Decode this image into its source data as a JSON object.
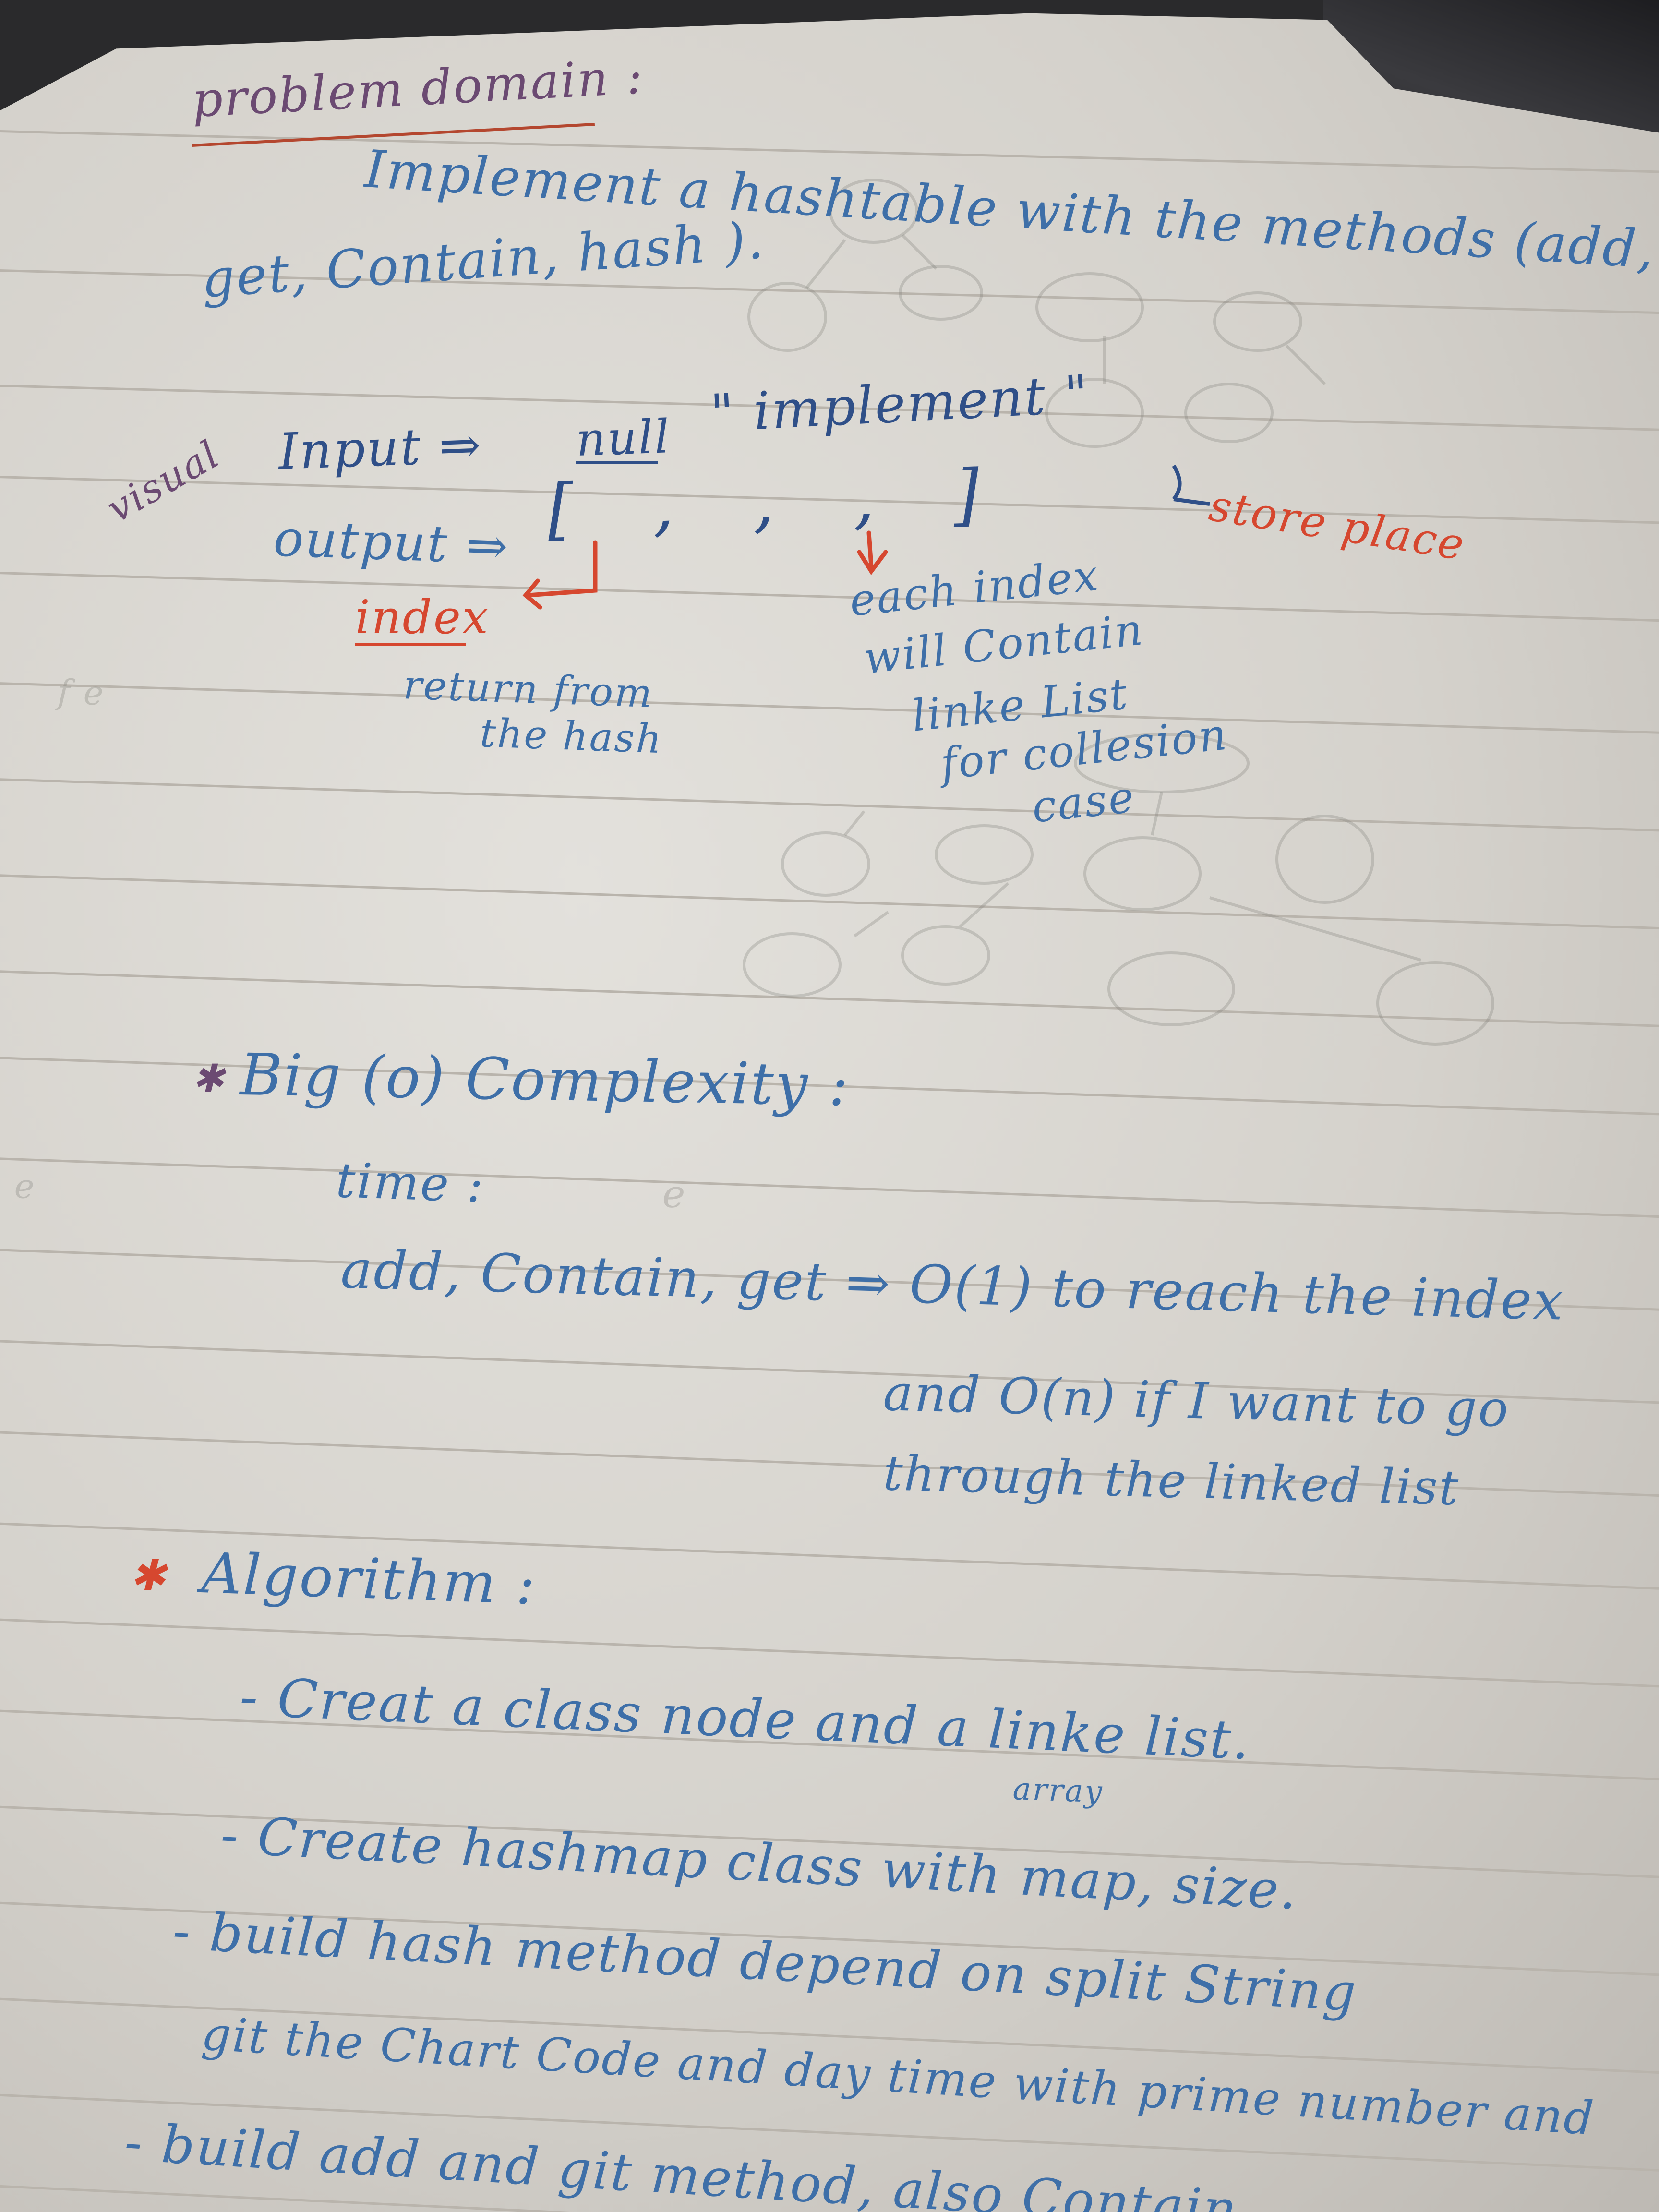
{
  "heading": {
    "label": "problem domain :"
  },
  "description": {
    "line1": "Implement a hashtable with the methods (add,",
    "line2": "get, Contain, hash )."
  },
  "visual": {
    "side_label": "visual",
    "input_label": "Input ⇒",
    "input_value_1": "null",
    "input_value_2": "\" implement \"",
    "output_label": "output ⇒",
    "output_array": "[   ,    ,    ,    ]",
    "store_note": "store place",
    "index_label": "index",
    "index_note_1": "return from",
    "index_note_2": "the hash",
    "each_index_1": "each index",
    "each_index_2": "will Contain",
    "each_index_3": "linke List",
    "each_index_4": "for collesion",
    "each_index_5": "case"
  },
  "complexity": {
    "title": "Big (o) Complexity :",
    "time_label": "time :",
    "line1": "add, Contain, get ⇒ O(1) to reach the index",
    "line2": "and O(n) if I want to go",
    "line3": "through the linked list"
  },
  "algorithm": {
    "title": "Algorithm :",
    "step1": "- Creat a class node and a linke list.",
    "step2_note": "array",
    "step2": "- Create hashmap class with map, size.",
    "step3": "- build hash method depend on split String",
    "step4": "git the Chart Code and day time with prime number and",
    "step5": "- build add and git method, also Contain"
  },
  "colors": {
    "ink_blue": "#3e6fa8",
    "ink_red": "#d6472f",
    "ink_purple": "#6b4a72",
    "paper": "#dcd9d3"
  }
}
